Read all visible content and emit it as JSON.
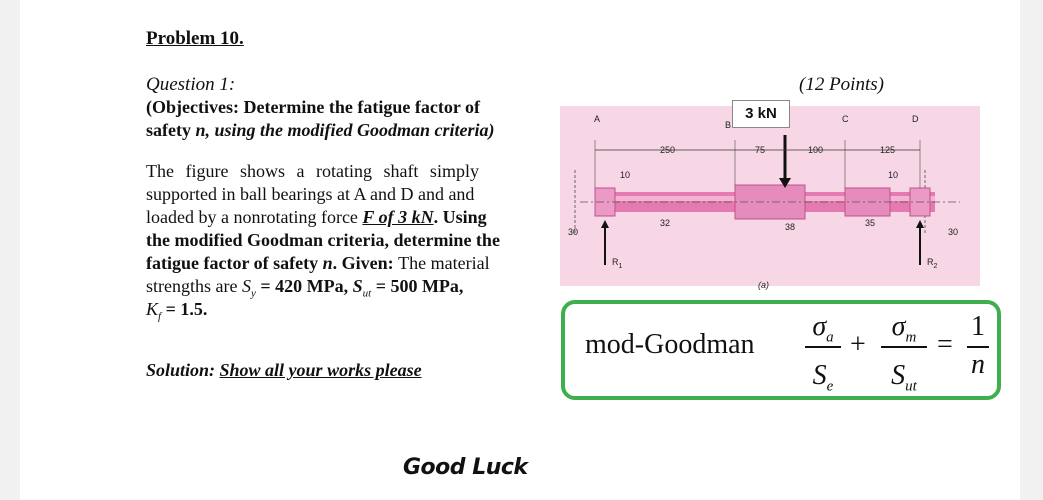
{
  "problem_title": "Problem 10.",
  "question_label": "Question 1:",
  "points": "(12 Points)",
  "objectives_line1": "(Objectives: Determine the fatigue factor of",
  "objectives_line2_a": "safety",
  "objectives_line2_n": "n,",
  "objectives_line2_b": "using the modified Goodman criteria)",
  "body": {
    "l1": "The figure shows a rotating shaft simply",
    "l2": "supported in ball bearings at A and D and and",
    "l3a": "loaded by a nonrotating force ",
    "l3_force": "F of 3 kN",
    "l3b": ". Using",
    "l4": "the modified Goodman criteria, determine the",
    "l5a": "fatigue factor of safety ",
    "l5_n": "n",
    "l5b": ". Given: ",
    "l5c": "The material",
    "l6a": "strengths are ",
    "l6_sy": "S",
    "l6_sy_sub": "y",
    "l6_sy_val": " = 420 MPa, ",
    "l6_sut": "S",
    "l6_sut_sub": "ut",
    "l6_sut_val": " = 500 MPa,",
    "l7_kf": "K",
    "l7_kf_sub": "f",
    "l7_val": " = 1.5."
  },
  "solution_label": "Solution:",
  "solution_text": "Show all your works please",
  "good_luck": "Good Luck",
  "figure": {
    "force_label": "3 kN",
    "labels": {
      "A": "A",
      "B": "B",
      "C": "C",
      "D": "D"
    },
    "dims": {
      "d250": "250",
      "d75": "75",
      "d100": "100",
      "d125": "125",
      "d10a": "10",
      "d10b": "10",
      "d30a": "30",
      "d30b": "30",
      "d32": "32",
      "d38": "38",
      "d35": "35"
    },
    "reactions": {
      "r1": "R",
      "r1_sub": "1",
      "r2": "R",
      "r2_sub": "2"
    },
    "caption": "(a)"
  },
  "equation": {
    "label": "mod-Goodman",
    "num1": "σ",
    "num1_sub": "a",
    "den1": "S",
    "den1_sub": "e",
    "plus": "+",
    "num2": "σ",
    "num2_sub": "m",
    "den2": "S",
    "den2_sub": "ut",
    "equals": "=",
    "rhs_num": "1",
    "rhs_den": "n"
  },
  "colors": {
    "figure_bg": "#f7d7e6",
    "shaft": "#e57ab0",
    "shaft_dark": "#c0508a",
    "box_border": "#3fae4f"
  }
}
